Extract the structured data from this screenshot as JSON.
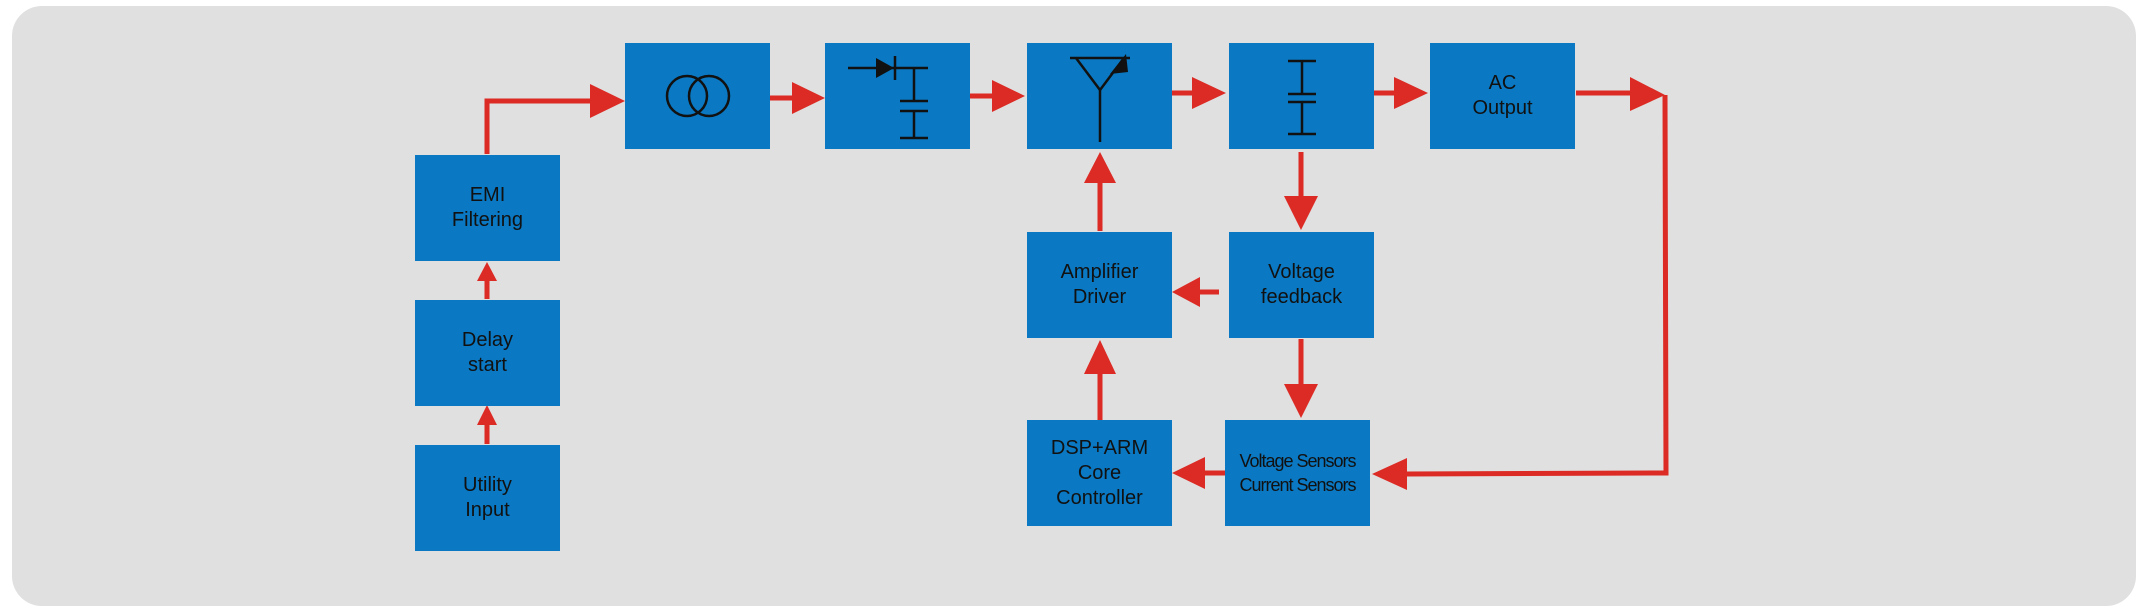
{
  "colors": {
    "background": "#e0e0e0",
    "block": "#0a78c2",
    "arrow": "#dc2a24",
    "text": "#111111"
  },
  "blocks": {
    "utility_input": "Utility\nInput",
    "delay_start": "Delay\nstart",
    "emi_filtering": "EMI\nFiltering",
    "ac_output": "AC\nOutput",
    "amplifier_driver": "Amplifier\nDriver",
    "voltage_feedback": "Voltage\nfeedback",
    "dsp_arm_controller": "DSP+ARM\nCore\nController",
    "sensors": "Voltage Sensors\nCurrent Sensors"
  },
  "symbols": {
    "transformer": "transformer-icon",
    "rectifier": "rectifier-capacitor-icon",
    "inverter": "transistor-switch-icon",
    "filter": "capacitor-icon"
  }
}
